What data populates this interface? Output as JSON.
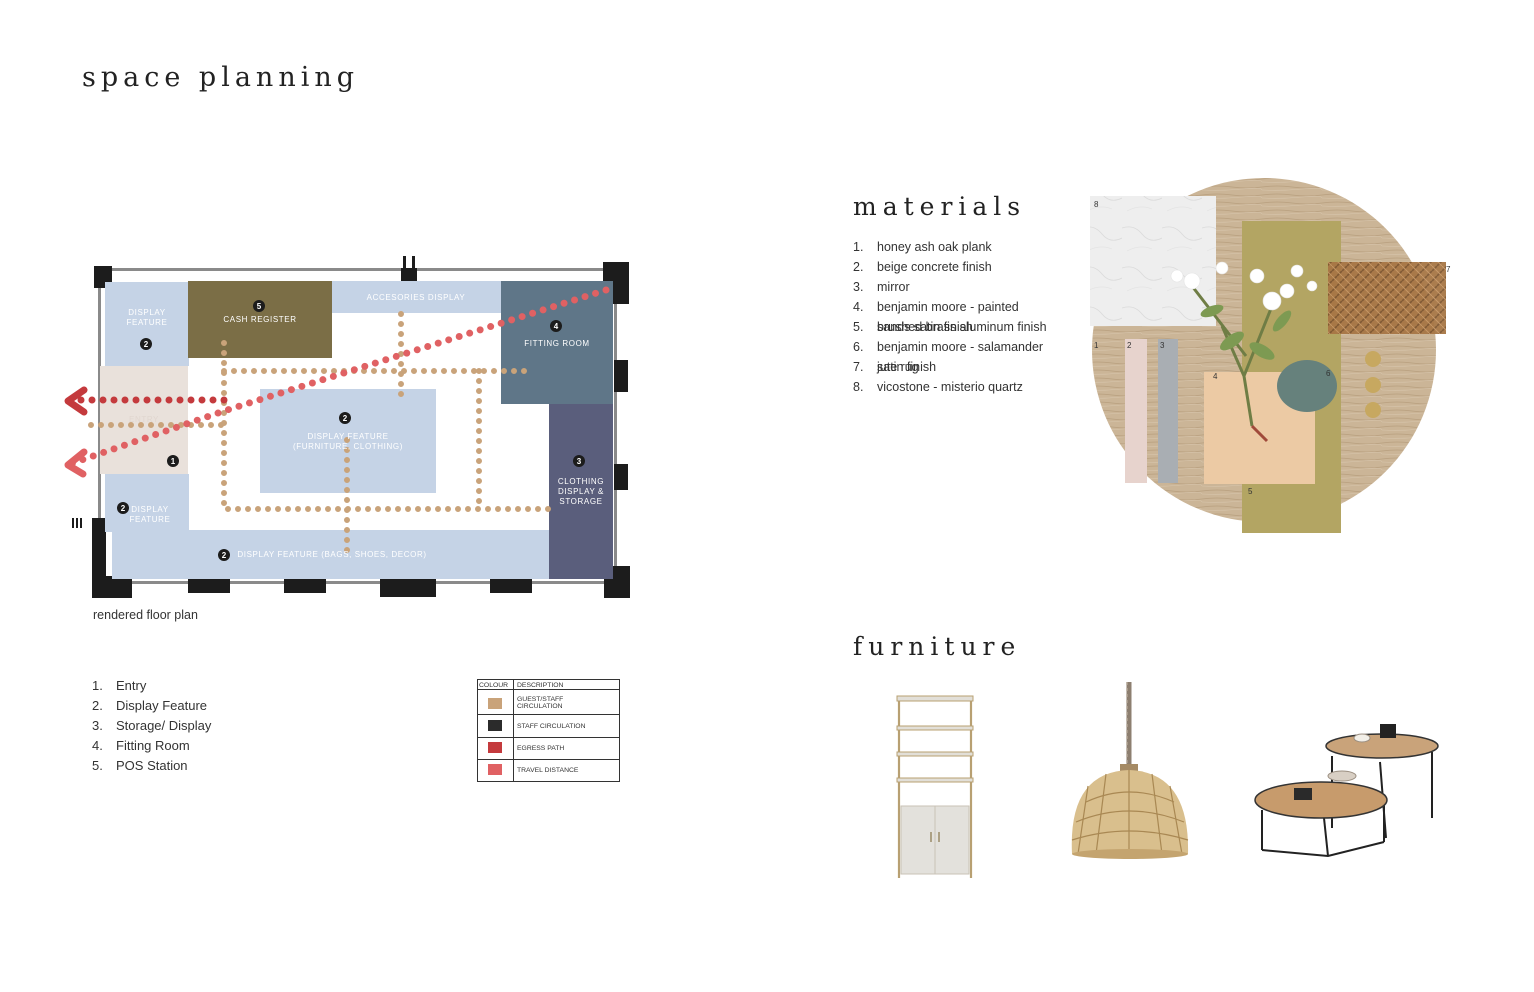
{
  "page": {
    "title": "space planning",
    "materials_title": "materials",
    "furniture_title": "furniture",
    "plan_caption": "rendered floor plan"
  },
  "floor_plan": {
    "zones": {
      "display_feature_top_left": "DISPLAY\nFEATURE",
      "cash_register": "CASH REGISTER",
      "accessories_display": "ACCESORIES DISPLAY",
      "fitting_room": "FITTING ROOM",
      "entry": "ENTRY",
      "display_feature_center": "DISPLAY FEATURE\n(FURNITURE, CLOTHING)",
      "clothing_display_storage": "CLOTHING\nDISPLAY &\nSTORAGE",
      "display_feature_bottom_left": "DISPLAY\nFEATURE",
      "display_feature_bottom": "DISPLAY FEATURE (BAGS, SHOES, DECOR)"
    },
    "markers": {
      "m_cash": "5",
      "m_dft": "2",
      "m_fit": "4",
      "m_center": "2",
      "m_entry": "1",
      "m_clothing": "3",
      "m_dfb": "2",
      "m_bottom": "2"
    },
    "colors": {
      "light_blue": "#c5d3e6",
      "olive": "#7b6e46",
      "slate": "#5f7688",
      "indigo": "#5a5e7c",
      "entry": "#e9e1db",
      "guest_path": "#c9a37a",
      "egress": "#c43a3d",
      "travel": "#e06163",
      "wall": "#1c1c1c"
    }
  },
  "legend_list": [
    {
      "num": "1.",
      "label": "Entry"
    },
    {
      "num": "2.",
      "label": "Display Feature"
    },
    {
      "num": "3.",
      "label": "Storage/ Display"
    },
    {
      "num": "4.",
      "label": "Fitting Room"
    },
    {
      "num": "5.",
      "label": "POS Station"
    }
  ],
  "color_legend": {
    "headers": [
      "COLOUR",
      "DESCRIPTION"
    ],
    "rows": [
      {
        "color": "#c9a37a",
        "description": "GUEST/STAFF\nCIRCULATION"
      },
      {
        "color": "#2b2b2b",
        "description": "STAFF CIRCULATION"
      },
      {
        "color": "#c43a3d",
        "description": "EGRESS PATH"
      },
      {
        "color": "#e06163",
        "description": "TRAVEL DISTANCE"
      }
    ]
  },
  "materials": [
    {
      "num": "1.",
      "label": "honey ash oak plank"
    },
    {
      "num": "2.",
      "label": "beige concrete finish"
    },
    {
      "num": "3.",
      "label": "mirror"
    },
    {
      "num": "4.",
      "label": "benjamin moore - painted\nsands satin finish"
    },
    {
      "num": "5.",
      "label": "brushed brass aluminum finish"
    },
    {
      "num": "6.",
      "label": "benjamin moore - salamander\nsatin finish"
    },
    {
      "num": "7.",
      "label": "jute rug"
    },
    {
      "num": "8.",
      "label": "vicostone - misterio quartz"
    }
  ],
  "material_board": {
    "swatch_numbers": [
      "8",
      "1",
      "2",
      "3",
      "4",
      "6",
      "5",
      "7"
    ],
    "colors": {
      "oak": "#cbb597",
      "quartz": "#eeeeee",
      "concrete": "#e7d3cd",
      "mirror": "#a9aeb3",
      "painted_sands": "#eccaa4",
      "salamander": "#66817c",
      "brass": "#b3a563",
      "jute": "#a77645"
    }
  },
  "furniture": {
    "items": [
      "shelving-unit",
      "rattan-pendant-light",
      "nesting-coffee-tables"
    ]
  }
}
